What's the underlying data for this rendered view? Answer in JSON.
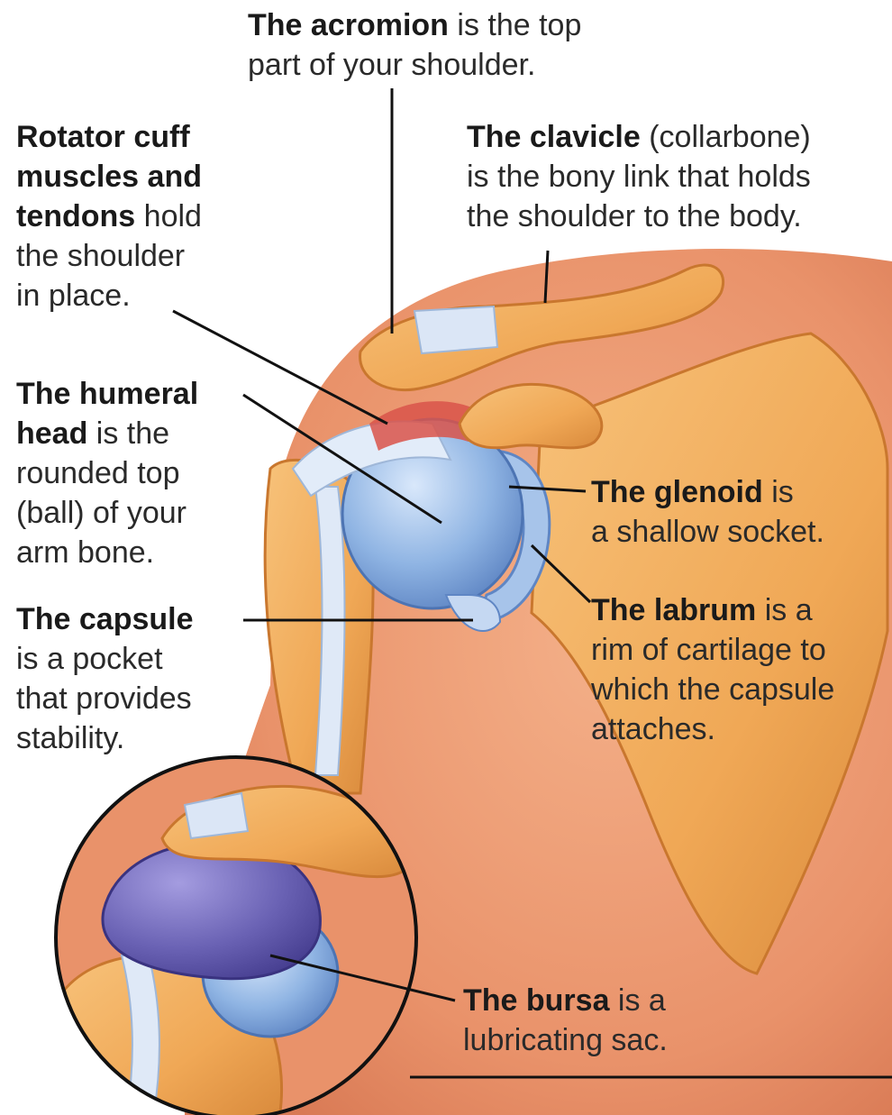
{
  "labels": {
    "acromion": {
      "bold": "The acromion",
      "rest": " is the top",
      "line2": "part of your shoulder."
    },
    "rotator_cuff": {
      "line1": "Rotator cuff",
      "line2": "muscles and",
      "line3_bold": "tendons",
      "line3_rest": " hold",
      "line4": "the shoulder",
      "line5": "in place."
    },
    "clavicle": {
      "bold": "The clavicle",
      "rest": " (collarbone)",
      "line2": "is the bony link that holds",
      "line3": "the shoulder to the body."
    },
    "humeral_head": {
      "line1": "The humeral",
      "line2_bold": "head",
      "line2_rest": " is the",
      "line3": "rounded top",
      "line4": "(ball) of your",
      "line5": "arm bone."
    },
    "glenoid": {
      "bold": "The glenoid",
      "rest": " is",
      "line2": "a shallow socket."
    },
    "capsule": {
      "bold": "The capsule",
      "line2": "is a pocket",
      "line3": "that provides",
      "line4": "stability."
    },
    "labrum": {
      "bold": "The labrum",
      "rest": " is a",
      "line2": "rim of cartilage to",
      "line3": "which the capsule",
      "line4": "attaches."
    },
    "bursa": {
      "bold": "The bursa",
      "rest": " is a",
      "line2": "lubricating sac."
    }
  },
  "colors": {
    "bone": "#f0a856",
    "background_skin": "#e9926a",
    "cartilage_blue": "#8fb4e3",
    "bursa_purple": "#6a62b4",
    "muscle_red": "#d9534a",
    "leader_line": "#111111"
  }
}
